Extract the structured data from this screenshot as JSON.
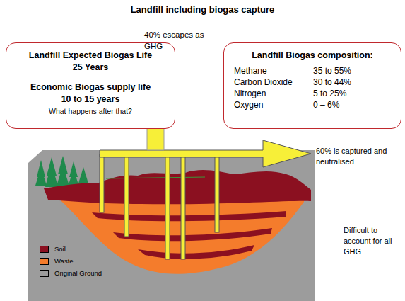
{
  "diagram": {
    "title": "Landfill including biogas capture",
    "nodes": [
      {
        "text": [
          "Landfill Expected Biogas Life",
          "25 Years",
          "Economic Biogas supply life",
          "10 to 15 years",
          "What happens after that?"
        ]
      },
      {
        "text": [
          "Landfill Biogas composition:",
          "Methane",
          "35 to 55%",
          "Carbon Dioxide",
          "30 to 44%",
          "Nitrogen",
          "5 to 25%",
          "Oxygen",
          "0 – 6%"
        ]
      }
    ],
    "labels": [
      "40% escapes as GHG",
      "60% is captured and neutralised",
      "Difficult to account for all GHG"
    ],
    "legend": [
      {
        "text": "Soil",
        "color": "#8b1020"
      },
      {
        "text": "Waste",
        "color": "#f47c2c"
      },
      {
        "text": "Original Ground",
        "color": "#9c9c9c"
      }
    ]
  }
}
